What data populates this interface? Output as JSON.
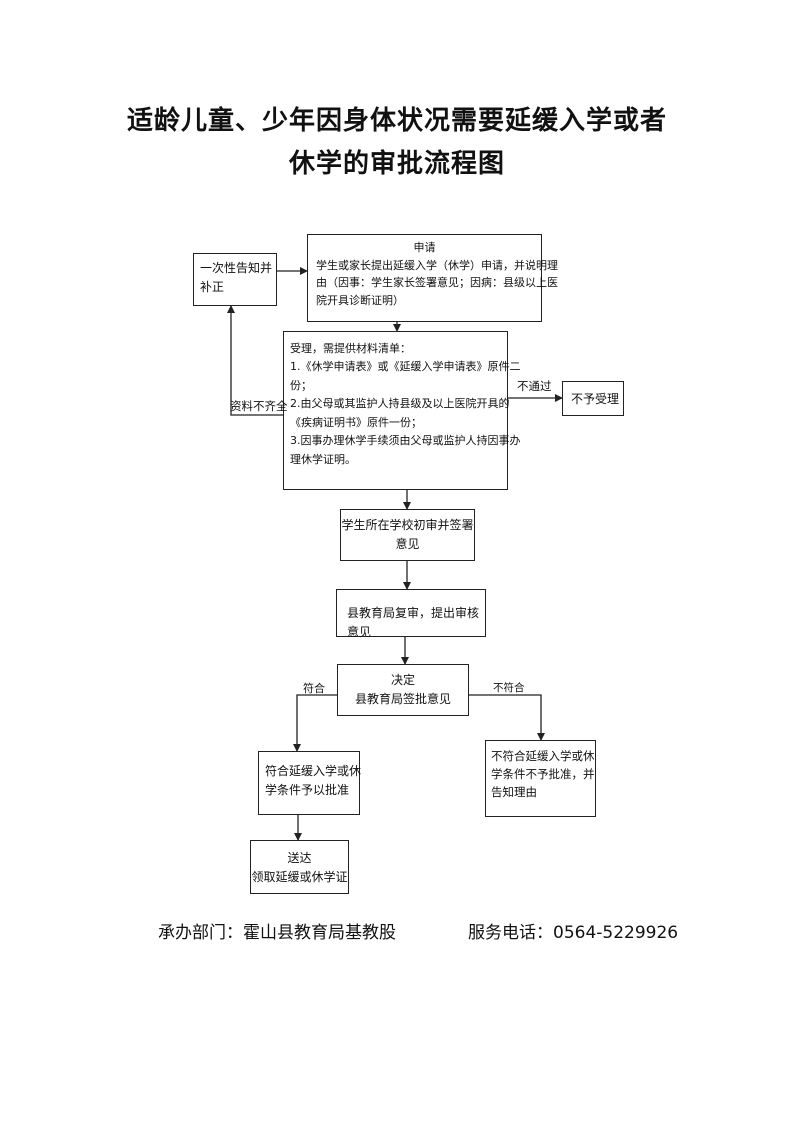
{
  "title": {
    "line1": "适龄儿童、少年因身体状况需要延缓入学或者",
    "line2": "休学的审批流程图"
  },
  "nodes": {
    "notify": {
      "lines": [
        "一次性告知并",
        "补正"
      ]
    },
    "apply": {
      "heading": "申请",
      "lines": [
        "学生或家长提出延缓入学（休学）申请，并说明理",
        "由（因事：学生家长签署意见；因病：县级以上医",
        "院开具诊断证明）"
      ]
    },
    "accept": {
      "lines": [
        "受理，需提供材料清单：",
        "1.《休学申请表》或《延缓入学申请表》原件二",
        "份；",
        "2.由父母或其监护人持县级及以上医院开具的",
        "《疾病证明书》原件一份；",
        "3.因事办理休学手续须由父母或监护人持因事办",
        "理休学证明。"
      ]
    },
    "reject": {
      "text": "不予受理"
    },
    "school": {
      "lines": [
        "学生所在学校初审并签署",
        "意见"
      ]
    },
    "county": {
      "text": "县教育局复审，提出审核意见"
    },
    "decision": {
      "lines": [
        "决定",
        "县教育局签批意见"
      ]
    },
    "approve": {
      "lines": [
        "符合延缓入学或休",
        "学条件予以批准"
      ]
    },
    "deny": {
      "lines": [
        "不符合延缓入学或休",
        "学条件不予批准，并",
        "告知理由"
      ]
    },
    "deliver": {
      "lines": [
        "送达",
        "领取延缓或休学证"
      ]
    }
  },
  "edge_labels": {
    "incomplete": "资料不齐全",
    "fail": "不通过",
    "meets": "符合",
    "not_meet": "不符合"
  },
  "footer": {
    "dept_label": "承办部门：",
    "dept": "霍山县教育局基教股",
    "phone_label": "服务电话：",
    "phone": "0564-5229926"
  }
}
